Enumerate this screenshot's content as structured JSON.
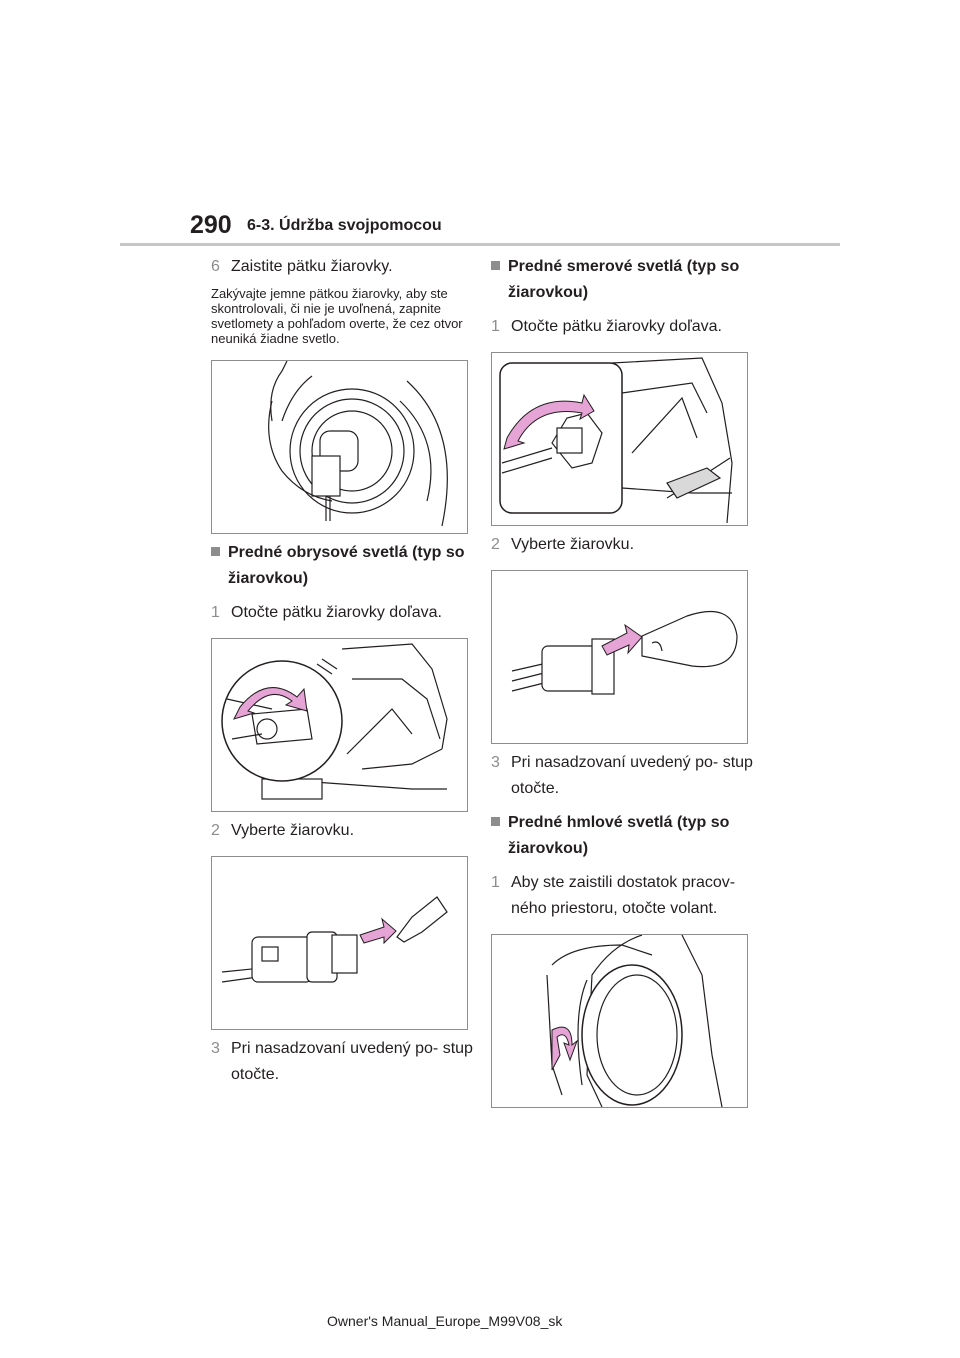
{
  "header": {
    "page_number": "290",
    "section": "6-3. Údržba svojpomocou"
  },
  "left": {
    "step6": {
      "num": "6",
      "text": "Zaistite pätku žiarovky."
    },
    "note": "Zakývajte jemne pätkou žiarovky, aby ste skontrolovali, či nie je uvoľnená, zapnite svetlomety a pohľadom overte, že cez otvor neuniká žiadne svetlo.",
    "heading": "Predné obrysové svetlá (typ so žiarovkou)",
    "step1": {
      "num": "1",
      "text": "Otočte pätku žiarovky doľava."
    },
    "step2": {
      "num": "2",
      "text": "Vyberte žiarovku."
    },
    "step3": {
      "num": "3",
      "text": "Pri nasadzovaní uvedený po- stup otočte."
    }
  },
  "right": {
    "heading1": "Predné smerové svetlá (typ so žiarovkou)",
    "step1": {
      "num": "1",
      "text": "Otočte pätku žiarovky doľava."
    },
    "step2": {
      "num": "2",
      "text": "Vyberte žiarovku."
    },
    "step3": {
      "num": "3",
      "text": "Pri nasadzovaní uvedený po- stup otočte."
    },
    "heading2": "Predné hmlové svetlá (typ so žiarovkou)",
    "step4": {
      "num": "1",
      "text": "Aby ste zaistili dostatok pracov- ného priestoru, otočte volant."
    }
  },
  "footer": "Owner's Manual_Europe_M99V08_sk",
  "colors": {
    "accent_gray": "#8d8d8d",
    "arrow_pink": "#e6a3d6",
    "rule": "#c6c6c6"
  }
}
